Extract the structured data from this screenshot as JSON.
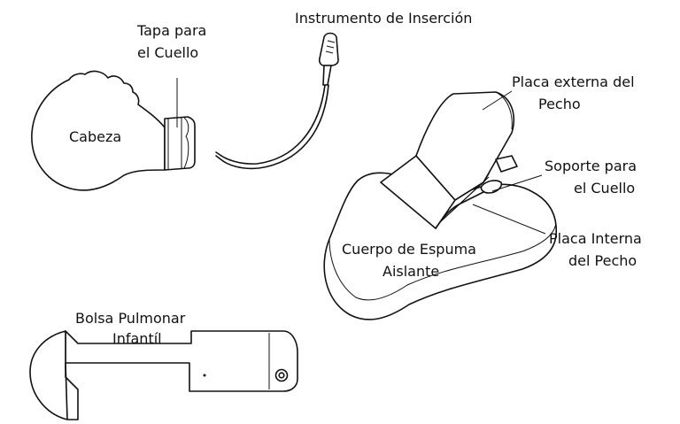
{
  "labels": {
    "neck_cap_1": "Tapa para",
    "neck_cap_2": "el Cuello",
    "insertion_tool": "Instrumento de Inserción",
    "head": "Cabeza",
    "outer_plate_1": "Placa externa del",
    "outer_plate_2": "Pecho",
    "neck_support_1": "Soporte para",
    "neck_support_2": "el Cuello",
    "foam_body_1": "Cuerpo de Espuma",
    "foam_body_2": "Aislante",
    "inner_plate_1": "Placa Interna",
    "inner_plate_2": "del Pecho",
    "lung_bag_1": "Bolsa Pulmonar",
    "lung_bag_2": "Infantíl"
  }
}
